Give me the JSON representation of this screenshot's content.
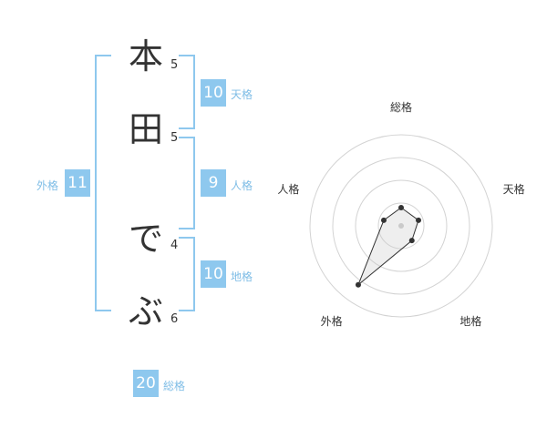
{
  "name": {
    "characters": [
      "本",
      "田",
      "で",
      "ぶ"
    ],
    "strokes": [
      "5",
      "5",
      "4",
      "6"
    ]
  },
  "scores": {
    "tenkaku": {
      "value": "10",
      "label": "天格"
    },
    "jinkaku": {
      "value": "9",
      "label": "人格"
    },
    "chikaku": {
      "value": "10",
      "label": "地格"
    },
    "gaikaku": {
      "value": "11",
      "label": "外格"
    },
    "soukaku": {
      "value": "20",
      "label": "総格"
    }
  },
  "colors": {
    "accent": "#8ec8ee",
    "accent_text": "#7fbde6",
    "text": "#333333",
    "grid": "#d3d3d3"
  },
  "chart_data": {
    "type": "radar",
    "axes": [
      "総格",
      "天格",
      "地格",
      "外格",
      "人格"
    ],
    "values": [
      0.2,
      0.2,
      0.2,
      0.8,
      0.2
    ],
    "range": [
      0,
      1
    ],
    "rings": 4
  }
}
